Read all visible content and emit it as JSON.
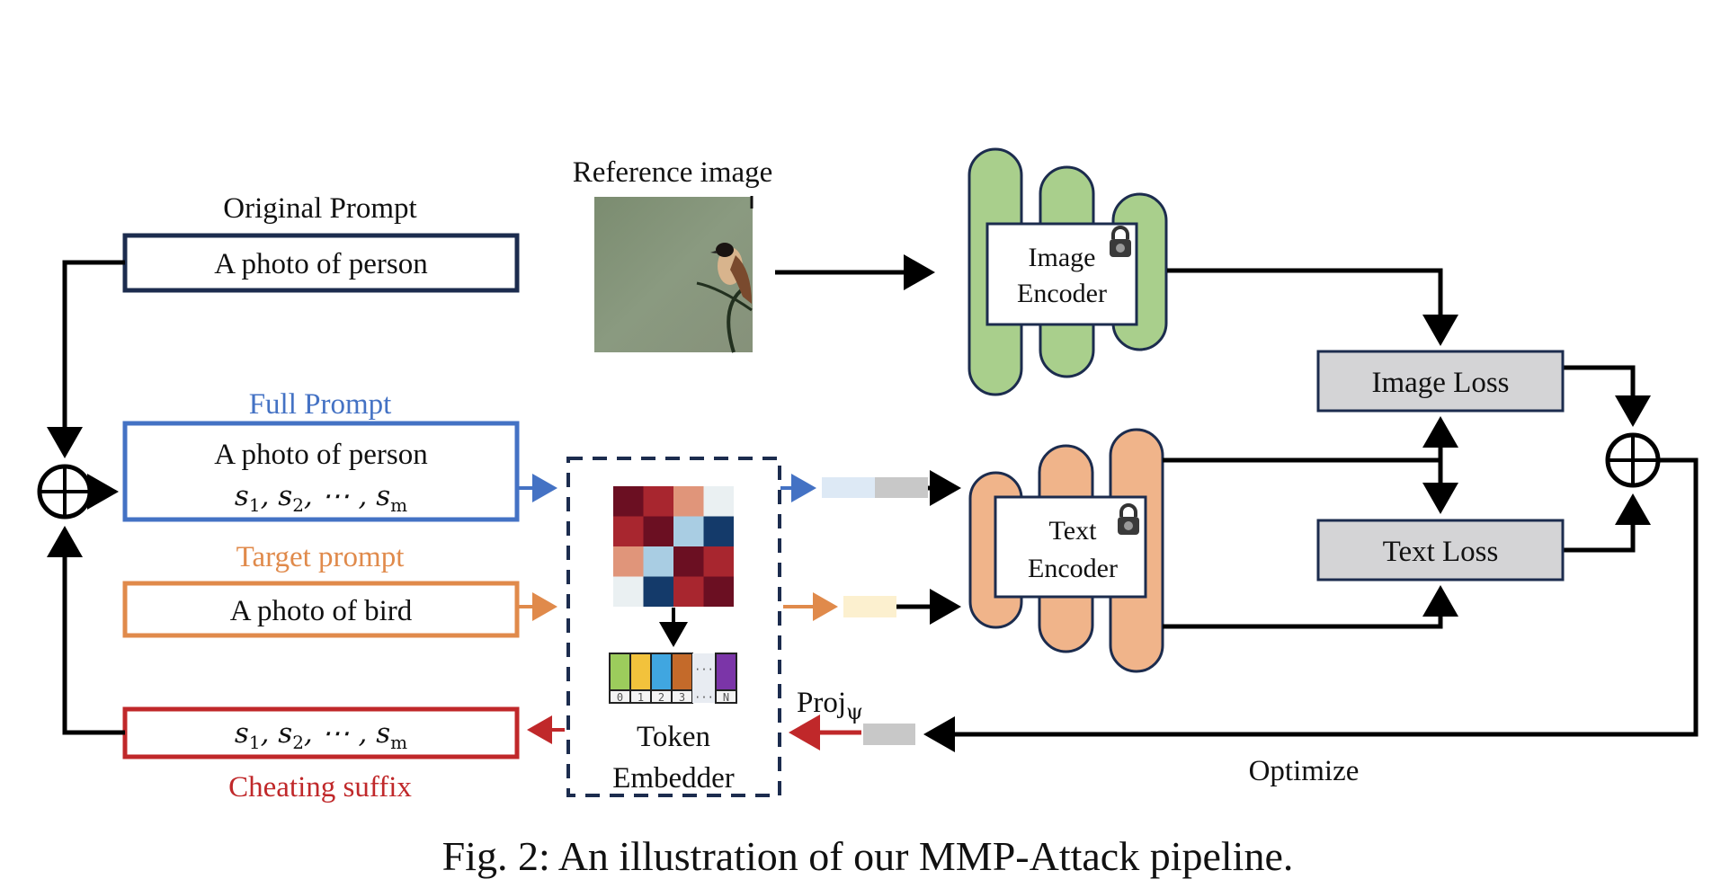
{
  "figure": {
    "caption": "Fig. 2: An illustration of our MMP-Attack pipeline.",
    "colors": {
      "navy": "#1c2c4e",
      "blue": "#4472c4",
      "orange": "#e08a4b",
      "red": "#c0282a",
      "green_fill": "#a9cf8c",
      "peach_fill": "#f0b48a",
      "loss_fill": "#d4d4d6",
      "embed_blue": "#dde9f5",
      "embed_gray": "#c8c8c8",
      "embed_yellow": "#fcf0cf"
    }
  },
  "prompts": {
    "original": {
      "title": "Original Prompt",
      "text": "A photo of person"
    },
    "full": {
      "title": "Full Prompt",
      "text": "A photo of person",
      "suffix": [
        "s",
        "1",
        ", s",
        "2",
        ", ⋯ , s",
        "m"
      ]
    },
    "target": {
      "title": "Target prompt",
      "text": "A photo of bird"
    },
    "cheating": {
      "title": "Cheating suffix",
      "suffix": [
        "s",
        "1",
        ", s",
        "2",
        ", ⋯ , s",
        "m"
      ]
    }
  },
  "reference": {
    "title": "Reference image",
    "icon": "bird-photo"
  },
  "token_embedder": {
    "label_line1": "Token",
    "label_line2": "Embedder",
    "heatmap": [
      [
        "#6b0f22",
        "#a8262f",
        "#e0957a",
        "#eaf0f2"
      ],
      [
        "#a8262f",
        "#6b0f22",
        "#a9cde3",
        "#143a6a"
      ],
      [
        "#e0957a",
        "#a9cde3",
        "#6b0f22",
        "#a8262f"
      ],
      [
        "#eaf0f2",
        "#143a6a",
        "#a8262f",
        "#6b0f22"
      ]
    ],
    "tokens": [
      {
        "index": "0",
        "color": "#9ccc5c"
      },
      {
        "index": "1",
        "color": "#f2c23c"
      },
      {
        "index": "2",
        "color": "#40a6e0"
      },
      {
        "index": "3",
        "color": "#c46a2a"
      },
      {
        "index": "···",
        "color": "#e8ecf2"
      },
      {
        "index": "N",
        "color": "#7b35a8"
      }
    ]
  },
  "encoders": {
    "image": {
      "line1": "Image",
      "line2": "Encoder",
      "icon": "lock-icon"
    },
    "text": {
      "line1": "Text",
      "line2": "Encoder",
      "icon": "lock-icon"
    }
  },
  "losses": {
    "image": "Image Loss",
    "text": "Text Loss"
  },
  "projection": {
    "label": "Proj",
    "subscript": "ψ"
  },
  "optimize": "Optimize",
  "operators": {
    "sum_symbol": "⊕"
  }
}
